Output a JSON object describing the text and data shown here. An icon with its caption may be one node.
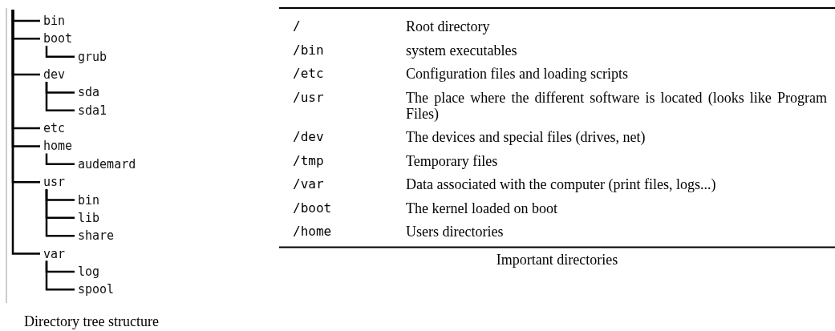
{
  "diagram": {
    "nodes": [
      {
        "text": [
          "bin"
        ]
      },
      {
        "text": [
          "boot"
        ]
      },
      {
        "text": [
          "grub"
        ]
      },
      {
        "text": [
          "dev"
        ]
      },
      {
        "text": [
          "sda"
        ]
      },
      {
        "text": [
          "sda1"
        ]
      },
      {
        "text": [
          "etc"
        ]
      },
      {
        "text": [
          "home"
        ]
      },
      {
        "text": [
          "audemard"
        ]
      },
      {
        "text": [
          "usr"
        ]
      },
      {
        "text": [
          "bin"
        ]
      },
      {
        "text": [
          "lib"
        ]
      },
      {
        "text": [
          "share"
        ]
      },
      {
        "text": [
          "var"
        ]
      },
      {
        "text": [
          "log"
        ]
      },
      {
        "text": [
          "spool"
        ]
      }
    ],
    "edges": [
      {
        "from": null,
        "to": 0,
        "arrow": "none"
      },
      {
        "from": null,
        "to": 1,
        "arrow": "none"
      },
      {
        "from": 1,
        "to": 2,
        "arrow": "none"
      },
      {
        "from": null,
        "to": 3,
        "arrow": "none"
      },
      {
        "from": 3,
        "to": 4,
        "arrow": "none"
      },
      {
        "from": 3,
        "to": 5,
        "arrow": "none"
      },
      {
        "from": null,
        "to": 6,
        "arrow": "none"
      },
      {
        "from": null,
        "to": 7,
        "arrow": "none"
      },
      {
        "from": 7,
        "to": 8,
        "arrow": "none"
      },
      {
        "from": null,
        "to": 9,
        "arrow": "none"
      },
      {
        "from": 9,
        "to": 10,
        "arrow": "none"
      },
      {
        "from": 9,
        "to": 11,
        "arrow": "none"
      },
      {
        "from": 9,
        "to": 12,
        "arrow": "none"
      },
      {
        "from": null,
        "to": 13,
        "arrow": "none"
      },
      {
        "from": 13,
        "to": 14,
        "arrow": "none"
      },
      {
        "from": 13,
        "to": 15,
        "arrow": "none"
      }
    ],
    "labels": [
      "Directory tree structure",
      "/",
      "Root directory",
      "/bin",
      "system executables",
      "/etc",
      "Configuration files and loading scripts",
      "/usr",
      "The place where the different software is located (looks like Program Files)",
      "/dev",
      "The devices and special files (drives, net)",
      "/tmp",
      "Temporary files",
      "/var",
      "Data associated with the computer (print files, logs...)",
      "/boot",
      "The kernel loaded on boot",
      "/home",
      "Users directories",
      "Important directories"
    ]
  }
}
